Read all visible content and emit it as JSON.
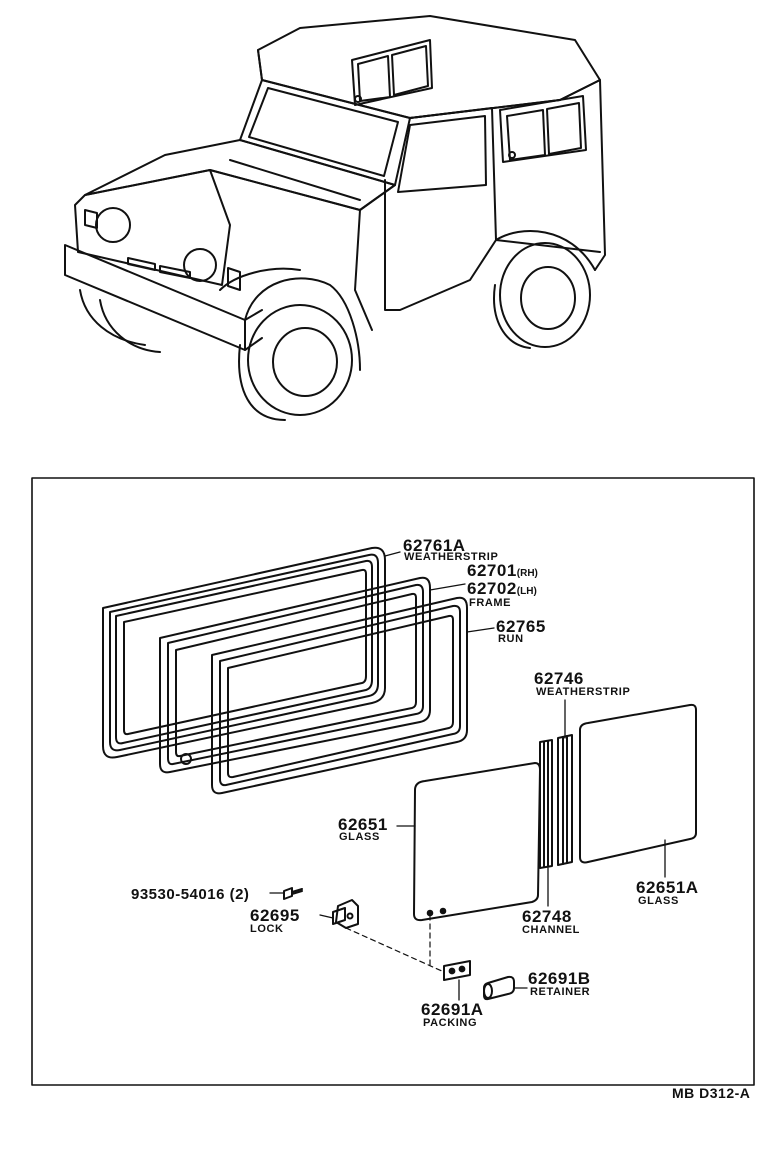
{
  "diagram_code": "MB D312-A",
  "parts": {
    "p62761A": {
      "number": "62761A",
      "name": "WEATHERSTRIP"
    },
    "p62701": {
      "number": "62701",
      "suffix": "(RH)"
    },
    "p62702": {
      "number": "62702",
      "suffix": "(LH)",
      "name": "FRAME"
    },
    "p62765": {
      "number": "62765",
      "name": "RUN"
    },
    "p62746": {
      "number": "62746",
      "name": "WEATHERSTRIP"
    },
    "p62651": {
      "number": "62651",
      "name": "GLASS"
    },
    "p62651A": {
      "number": "62651A",
      "name": "GLASS"
    },
    "p62748": {
      "number": "62748",
      "name": "CHANNEL"
    },
    "p93530": {
      "number": "93530-54016",
      "qty": "(2)"
    },
    "p62695": {
      "number": "62695",
      "name": "LOCK"
    },
    "p62691A": {
      "number": "62691A",
      "name": "PACKING"
    },
    "p62691B": {
      "number": "62691B",
      "name": "RETAINER"
    }
  },
  "colors": {
    "ink": "#111111",
    "paper": "#ffffff"
  }
}
